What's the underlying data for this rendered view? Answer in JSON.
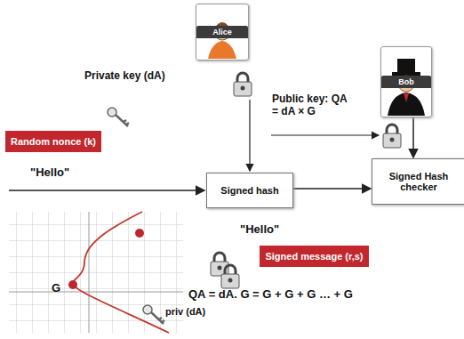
{
  "diagram": {
    "nodes": [
      {
        "text": [
          "Alice"
        ]
      },
      {
        "text": [
          "Bob"
        ]
      },
      {
        "text": [
          "Random nonce (k)"
        ]
      },
      {
        "text": [
          "Signed hash"
        ]
      },
      {
        "text": [
          "Signed message (r,s)"
        ]
      },
      {
        "text": [
          "Signed Hash checker"
        ]
      }
    ],
    "edges": [
      {
        "from": 3,
        "to": 5,
        "arrow": "to"
      },
      {
        "from": 1,
        "to": 5,
        "arrow": "to"
      }
    ],
    "labels": [
      "Private key (dA)",
      "Public key: QA = dA × G",
      "\"Hello\"",
      "\"Hello\"",
      "QA = dA. G = G + G + G … + G",
      "G",
      "priv (dA)"
    ]
  }
}
